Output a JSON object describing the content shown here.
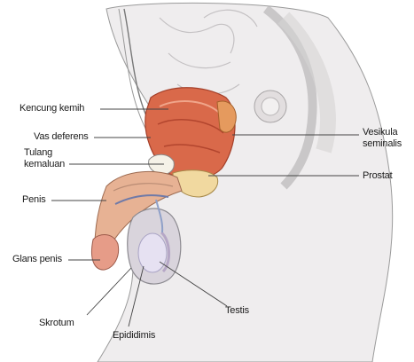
{
  "labels": {
    "kencing_kemih": "Kencung kemih",
    "vas_deferens": "Vas deferens",
    "tulang_kemaluan_1": "Tulang",
    "tulang_kemaluan_2": "kemaluan",
    "penis": "Penis",
    "glans_penis": "Glans penis",
    "skrotum": "Skrotum",
    "epididimis": "Epididimis",
    "testis": "Testis",
    "vesikula_1": "Vesikula",
    "vesikula_2": "seminalis",
    "prostat": "Prostat"
  },
  "colors": {
    "skin": "#ece9ea",
    "bladder": "#d9694a",
    "bladder_dark": "#b2452e",
    "gland": "#f1d9a0",
    "penis_pink": "#e7b294",
    "testis": "#d9d4ec",
    "bone_line": "#8a8a8a",
    "leader": "#444444"
  }
}
